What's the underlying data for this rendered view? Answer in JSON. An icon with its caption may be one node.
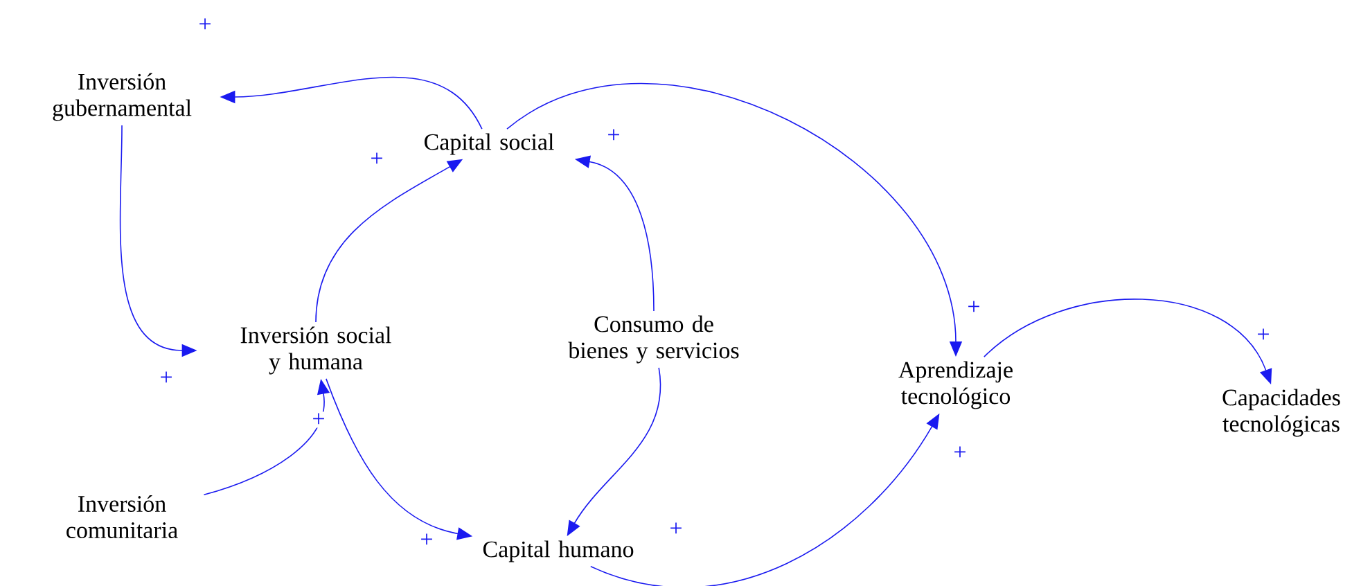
{
  "diagram": {
    "nodes": [
      {
        "text": [
          "Inversión gubernamental"
        ]
      },
      {
        "text": [
          "Capital social"
        ]
      },
      {
        "text": [
          "Inversión social y humana"
        ]
      },
      {
        "text": [
          "Consumo de bienes y servicios"
        ]
      },
      {
        "text": [
          "Aprendizaje tecnológico"
        ]
      },
      {
        "text": [
          "Capacidades tecnológicas"
        ]
      },
      {
        "text": [
          "Inversión comunitaria"
        ]
      },
      {
        "text": [
          "Capital humano"
        ]
      }
    ],
    "edges": [
      {
        "from": 1,
        "to": 0,
        "arrow": "to",
        "label": "+"
      },
      {
        "from": 0,
        "to": 2,
        "arrow": "to",
        "label": "+"
      },
      {
        "from": 2,
        "to": 1,
        "arrow": "to",
        "label": "+"
      },
      {
        "from": 3,
        "to": 1,
        "arrow": "to",
        "label": "+"
      },
      {
        "from": 1,
        "to": 4,
        "arrow": "to",
        "label": "+"
      },
      {
        "from": 4,
        "to": 5,
        "arrow": "to",
        "label": "+"
      },
      {
        "from": 6,
        "to": 2,
        "arrow": "to",
        "label": "+"
      },
      {
        "from": 2,
        "to": 7,
        "arrow": "to",
        "label": "+"
      },
      {
        "from": 3,
        "to": 7,
        "arrow": "to",
        "label": "+"
      },
      {
        "from": 7,
        "to": 4,
        "arrow": "to",
        "label": "+"
      }
    ]
  }
}
